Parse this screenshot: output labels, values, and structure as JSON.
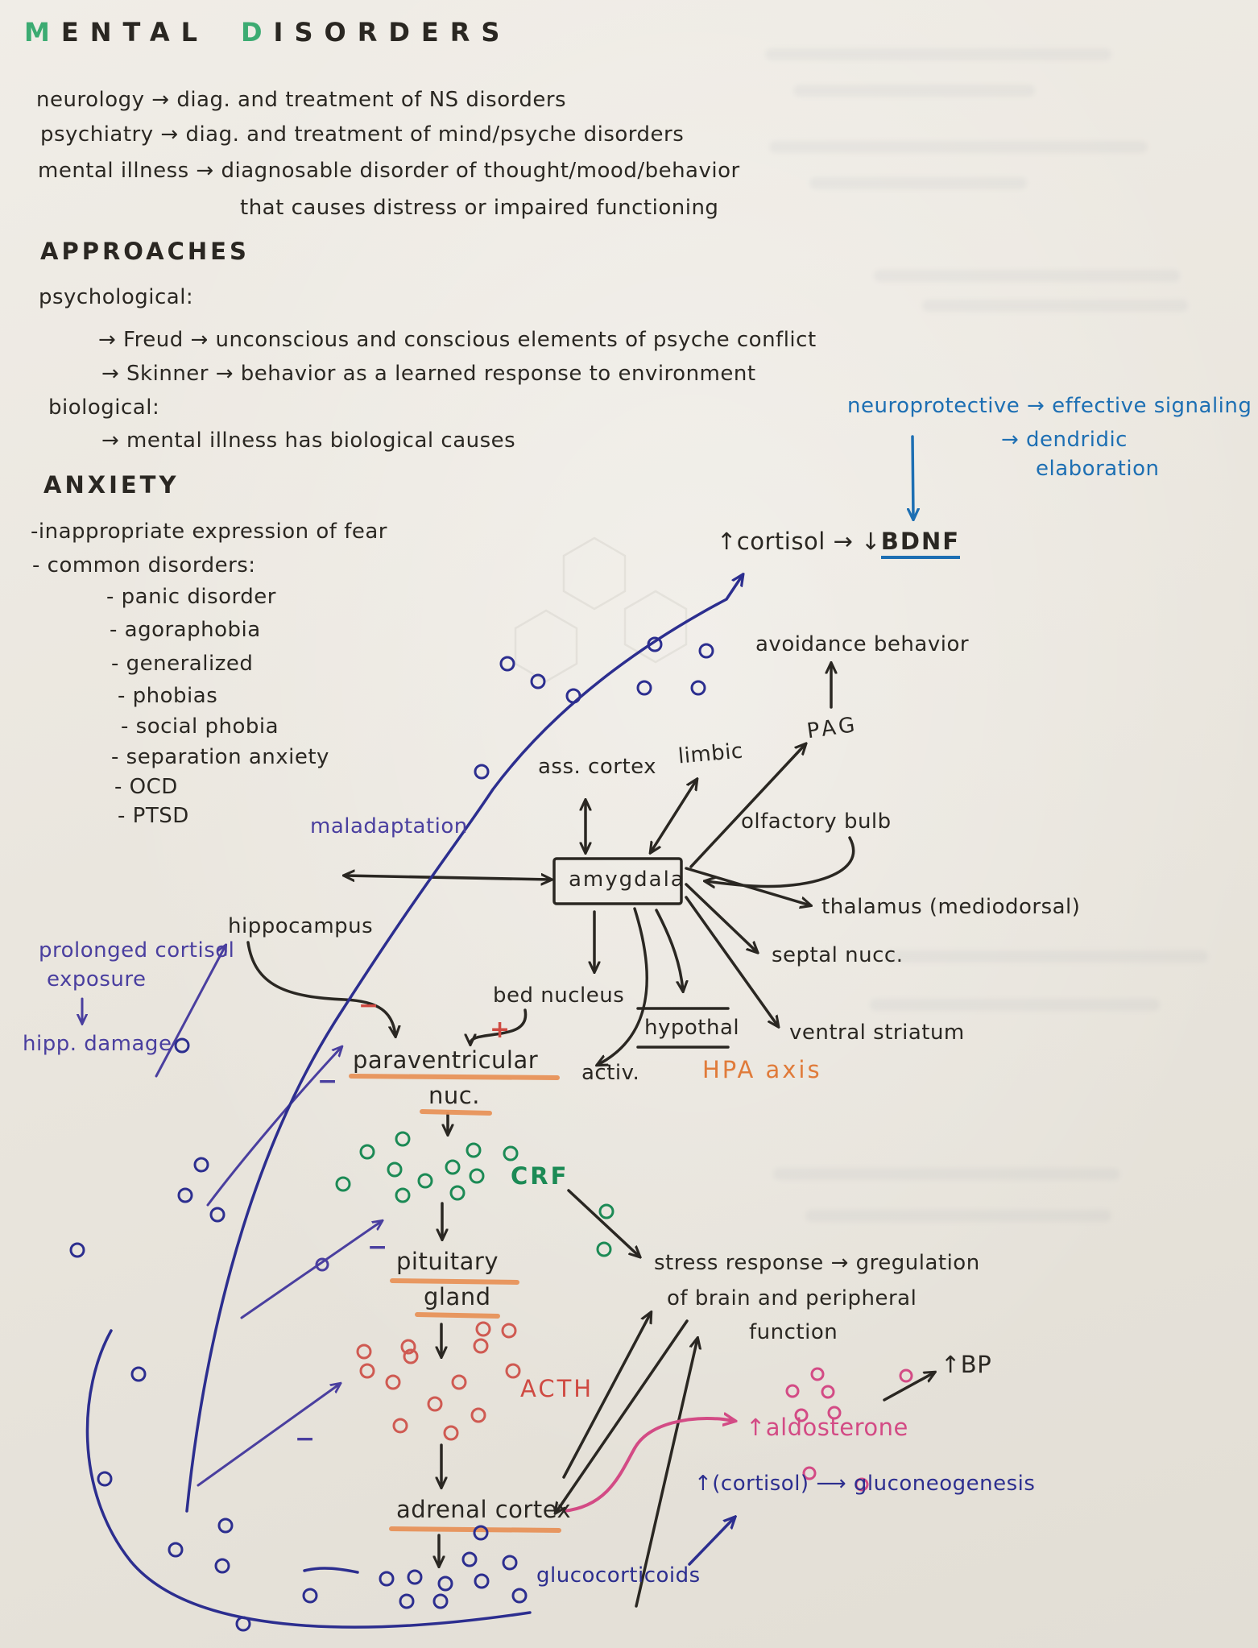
{
  "colors": {
    "ink": "#2a2722",
    "green_title": "#3cab72",
    "blue": "#1d6fb3",
    "purple": "#4a3f9f",
    "navy": "#2c2e8f",
    "green": "#1c8a55",
    "orange": "#e07b3a",
    "red": "#cf4a42",
    "pink": "#d34b85"
  },
  "title": {
    "m": "M",
    "m_rest": "ENTAL",
    "d": "D",
    "d_rest": "ISORDERS"
  },
  "intro": {
    "neurology": "neurology → diag. and treatment of NS disorders",
    "psychiatry": "psychiatry → diag. and treatment of mind/psyche disorders",
    "mental_illness": "mental illness → diagnosable disorder of thought/mood/behavior",
    "mental_illness_cont": "that causes distress or impaired functioning"
  },
  "approaches": {
    "heading": "APPROACHES",
    "psychological": "psychological:",
    "freud": "→ Freud → unconscious and conscious elements of psyche conflict",
    "skinner": "→ Skinner → behavior as a learned response to environment",
    "biological": "biological:",
    "biological_point": "→ mental illness has biological causes"
  },
  "anxiety": {
    "heading": "ANXIETY",
    "point1": "-inappropriate expression of fear",
    "point2": "- common disorders:",
    "disorders": [
      "- panic disorder",
      "- agoraphobia",
      "- generalized",
      "- phobias",
      "- social phobia",
      "- separation anxiety",
      "- OCD",
      "- PTSD"
    ]
  },
  "annotations": {
    "neuroprotective": "neuroprotective → effective signaling",
    "dendridic": "→ dendridic",
    "elaboration": "elaboration",
    "cortisol_bdnf": "↑cortisol → ↓",
    "bdnf": "BDNF",
    "maladaptation": "maladaptation",
    "prolonged1": "prolonged cortisol",
    "prolonged2": "exposure",
    "hipp_damage": "hipp. damage"
  },
  "brain": {
    "avoidance": "avoidance behavior",
    "pag": "PAG",
    "ass_cortex": "ass. cortex",
    "limbic": "limbic",
    "olfactory": "olfactory bulb",
    "amygdala": "amygdala",
    "hippocampus": "hippocampus",
    "thalamus": "thalamus (mediodorsal)",
    "septal": "septal nucc.",
    "bed_nucleus": "bed nucleus",
    "hypothal": "hypothal",
    "ventral_striatum": "ventral striatum",
    "activ": "activ.",
    "hpa": "HPA axis",
    "minus": "−",
    "plus": "+"
  },
  "hpa": {
    "paraventricular": "paraventricular",
    "nuc": "nuc.",
    "crf": "CRF",
    "pituitary": "pituitary",
    "gland": "gland",
    "acth": "ACTH",
    "adrenal": "adrenal cortex",
    "glucocorticoids": "glucocorticoids",
    "stress1": "stress response → gregulation",
    "stress2": "of brain and peripheral",
    "stress3": "function",
    "bp": "↑BP",
    "aldosterone": "↑aldosterone",
    "cortisol_gluconeo": "↑(cortisol) ⟶ gluconeogenesis"
  }
}
